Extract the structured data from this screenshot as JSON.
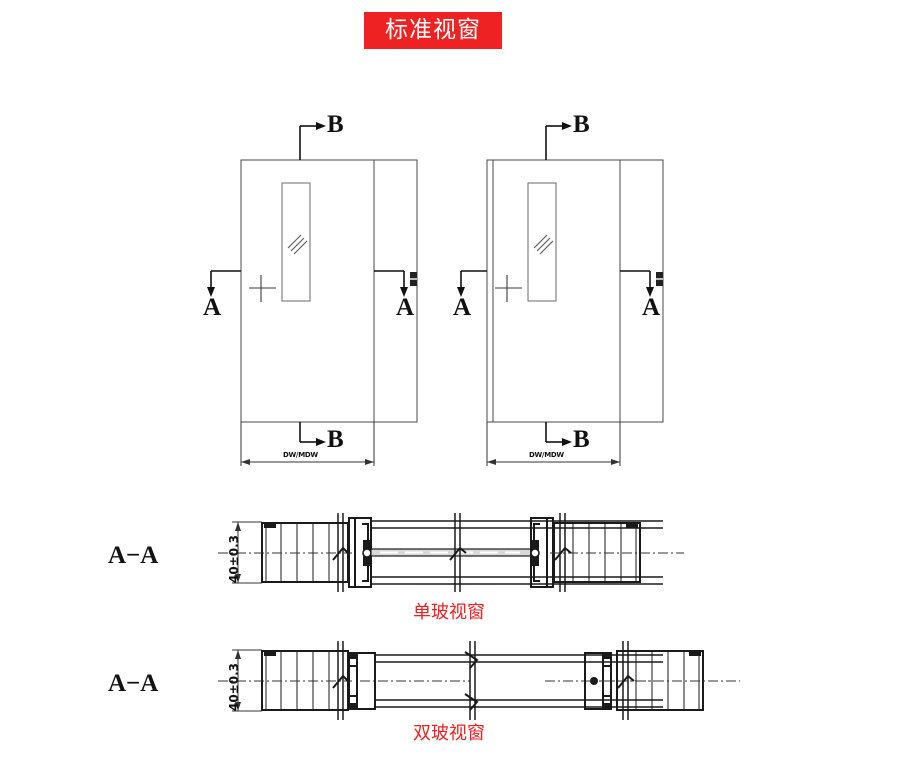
{
  "header": {
    "title": "标准视窗",
    "title_bg": "#ee2222",
    "title_color": "#ffffff"
  },
  "drawing": {
    "panels": [
      {
        "id": "panel-left",
        "section_top_label": "B",
        "section_bottom_label": "B",
        "section_left_label": "A",
        "section_right_label": "A",
        "width_dimension": "DW/MDW",
        "hardware_marker": "lock-marker"
      },
      {
        "id": "panel-right",
        "section_top_label": "B",
        "section_bottom_label": "B",
        "section_left_label": "A",
        "section_right_label": "A",
        "width_dimension": "DW/MDW",
        "hardware_marker": "lock-marker"
      }
    ],
    "sections": [
      {
        "id": "section-single",
        "label": "A−A",
        "thickness_dimension": "40±0.3",
        "caption": "单玻视窗",
        "caption_color": "#ee2222",
        "glazing": "single"
      },
      {
        "id": "section-double",
        "label": "A−A",
        "thickness_dimension": "40±0.3",
        "caption": "双玻视窗",
        "caption_color": "#ee2222",
        "glazing": "double"
      }
    ],
    "icons": {
      "glass_symbol": "glass-hatch-icon",
      "arrow": "section-arrow-icon"
    },
    "line_color": "#1a1a1a",
    "background": "#ffffff"
  }
}
